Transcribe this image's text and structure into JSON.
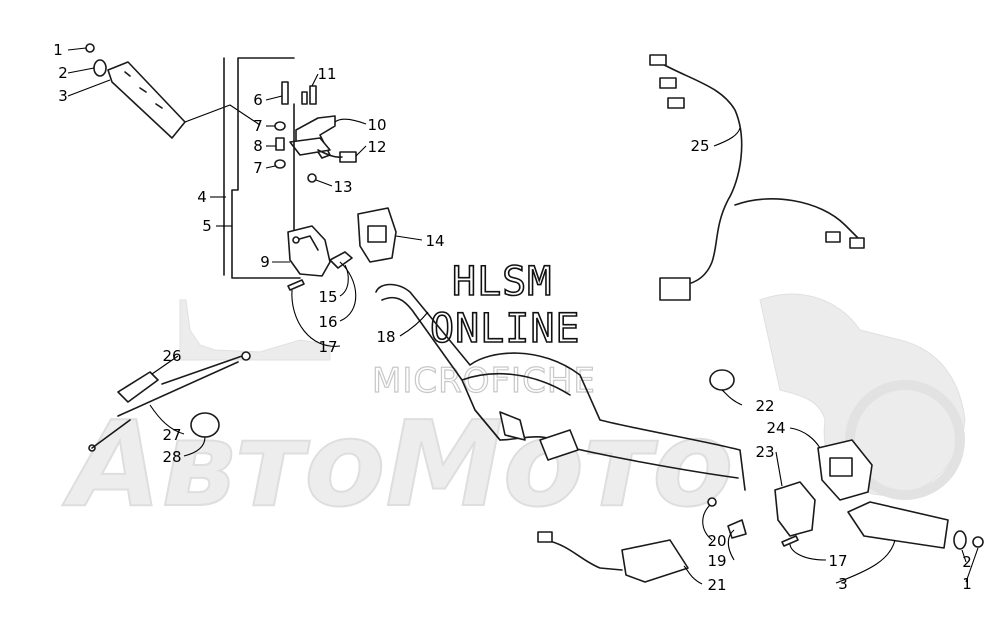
{
  "watermark": {
    "line1": "HLSM",
    "line2": "ONLINE",
    "line3": "MICROFICHE",
    "background_brand": "АвтоМото"
  },
  "callouts": [
    {
      "id": "c1a",
      "label": "1"
    },
    {
      "id": "c2a",
      "label": "2"
    },
    {
      "id": "c3a",
      "label": "3"
    },
    {
      "id": "c4",
      "label": "4"
    },
    {
      "id": "c5",
      "label": "5"
    },
    {
      "id": "c6",
      "label": "6"
    },
    {
      "id": "c7a",
      "label": "7"
    },
    {
      "id": "c8",
      "label": "8"
    },
    {
      "id": "c7b",
      "label": "7"
    },
    {
      "id": "c9",
      "label": "9"
    },
    {
      "id": "c10",
      "label": "10"
    },
    {
      "id": "c11",
      "label": "11"
    },
    {
      "id": "c12",
      "label": "12"
    },
    {
      "id": "c13",
      "label": "13"
    },
    {
      "id": "c14",
      "label": "14"
    },
    {
      "id": "c15",
      "label": "15"
    },
    {
      "id": "c16",
      "label": "16"
    },
    {
      "id": "c17a",
      "label": "17"
    },
    {
      "id": "c18",
      "label": "18"
    },
    {
      "id": "c19",
      "label": "19"
    },
    {
      "id": "c20",
      "label": "20"
    },
    {
      "id": "c21",
      "label": "21"
    },
    {
      "id": "c22",
      "label": "22"
    },
    {
      "id": "c23",
      "label": "23"
    },
    {
      "id": "c24",
      "label": "24"
    },
    {
      "id": "c25",
      "label": "25"
    },
    {
      "id": "c26",
      "label": "26"
    },
    {
      "id": "c27",
      "label": "27"
    },
    {
      "id": "c28",
      "label": "28"
    },
    {
      "id": "c17b",
      "label": "17"
    },
    {
      "id": "c3b",
      "label": "3"
    },
    {
      "id": "c2b",
      "label": "2"
    },
    {
      "id": "c1b",
      "label": "1"
    }
  ]
}
